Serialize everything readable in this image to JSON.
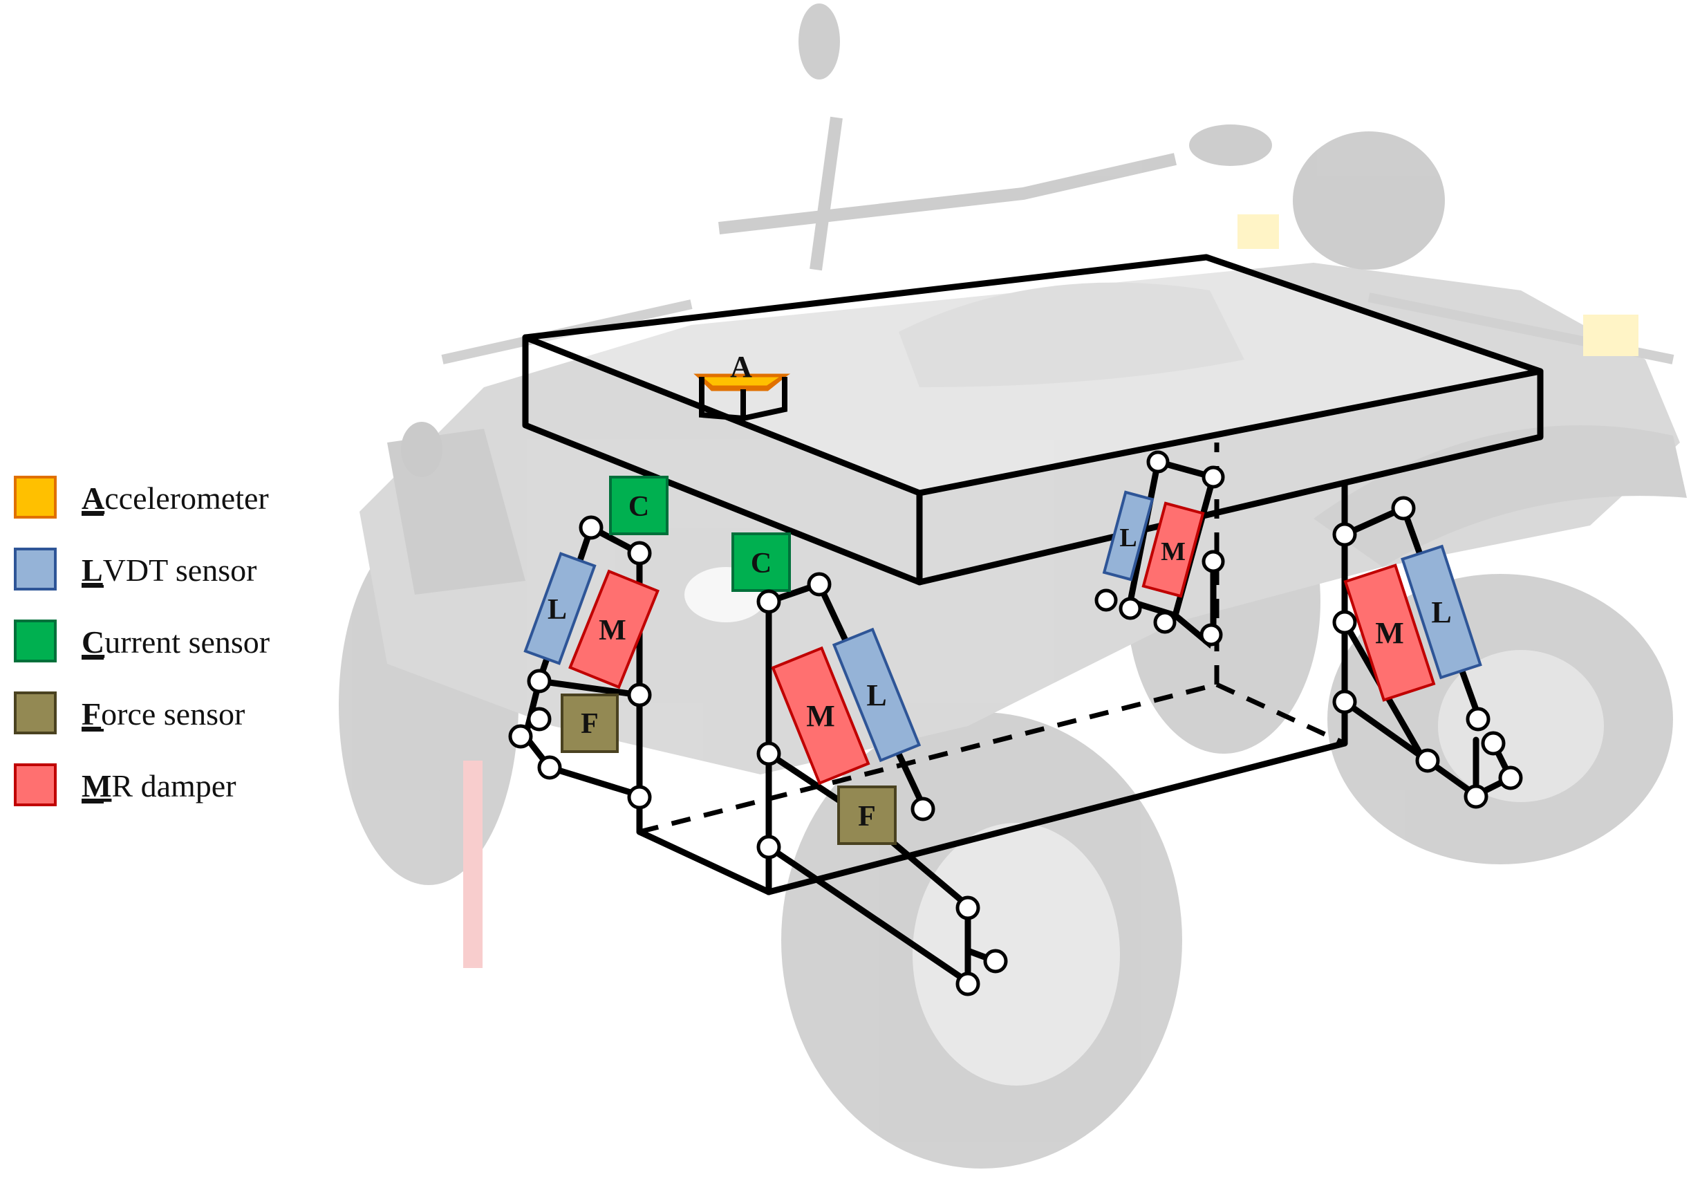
{
  "legend": [
    {
      "key": "A",
      "rest": "ccelerometer",
      "color": "#ffc000",
      "stroke": "#e07000",
      "icon": "accelerometer-swatch"
    },
    {
      "key": "L",
      "rest": "VDT sensor",
      "color": "#95b3d7",
      "stroke": "#2e5597",
      "icon": "lvdt-swatch"
    },
    {
      "key": "C",
      "rest": "urrent sensor",
      "color": "#00b050",
      "stroke": "#00703a",
      "icon": "current-sensor-swatch"
    },
    {
      "key": "F",
      "rest": "orce sensor",
      "color": "#938953",
      "stroke": "#4a4220",
      "icon": "force-sensor-swatch"
    },
    {
      "key": "M",
      "rest": "R damper",
      "color": "#ff7070",
      "stroke": "#c00000",
      "icon": "mr-damper-swatch"
    }
  ],
  "component_letters": {
    "accelerometer": "A",
    "lvdt": "L",
    "current": "C",
    "force": "F",
    "damper": "M"
  },
  "colors": {
    "accelerometer": "#ffc000",
    "lvdt": "#95b3d7",
    "current": "#00b050",
    "force": "#938953",
    "damper": "#ff7070",
    "frame": "#000000",
    "background_photo": "atv-quad-bike-faded"
  }
}
